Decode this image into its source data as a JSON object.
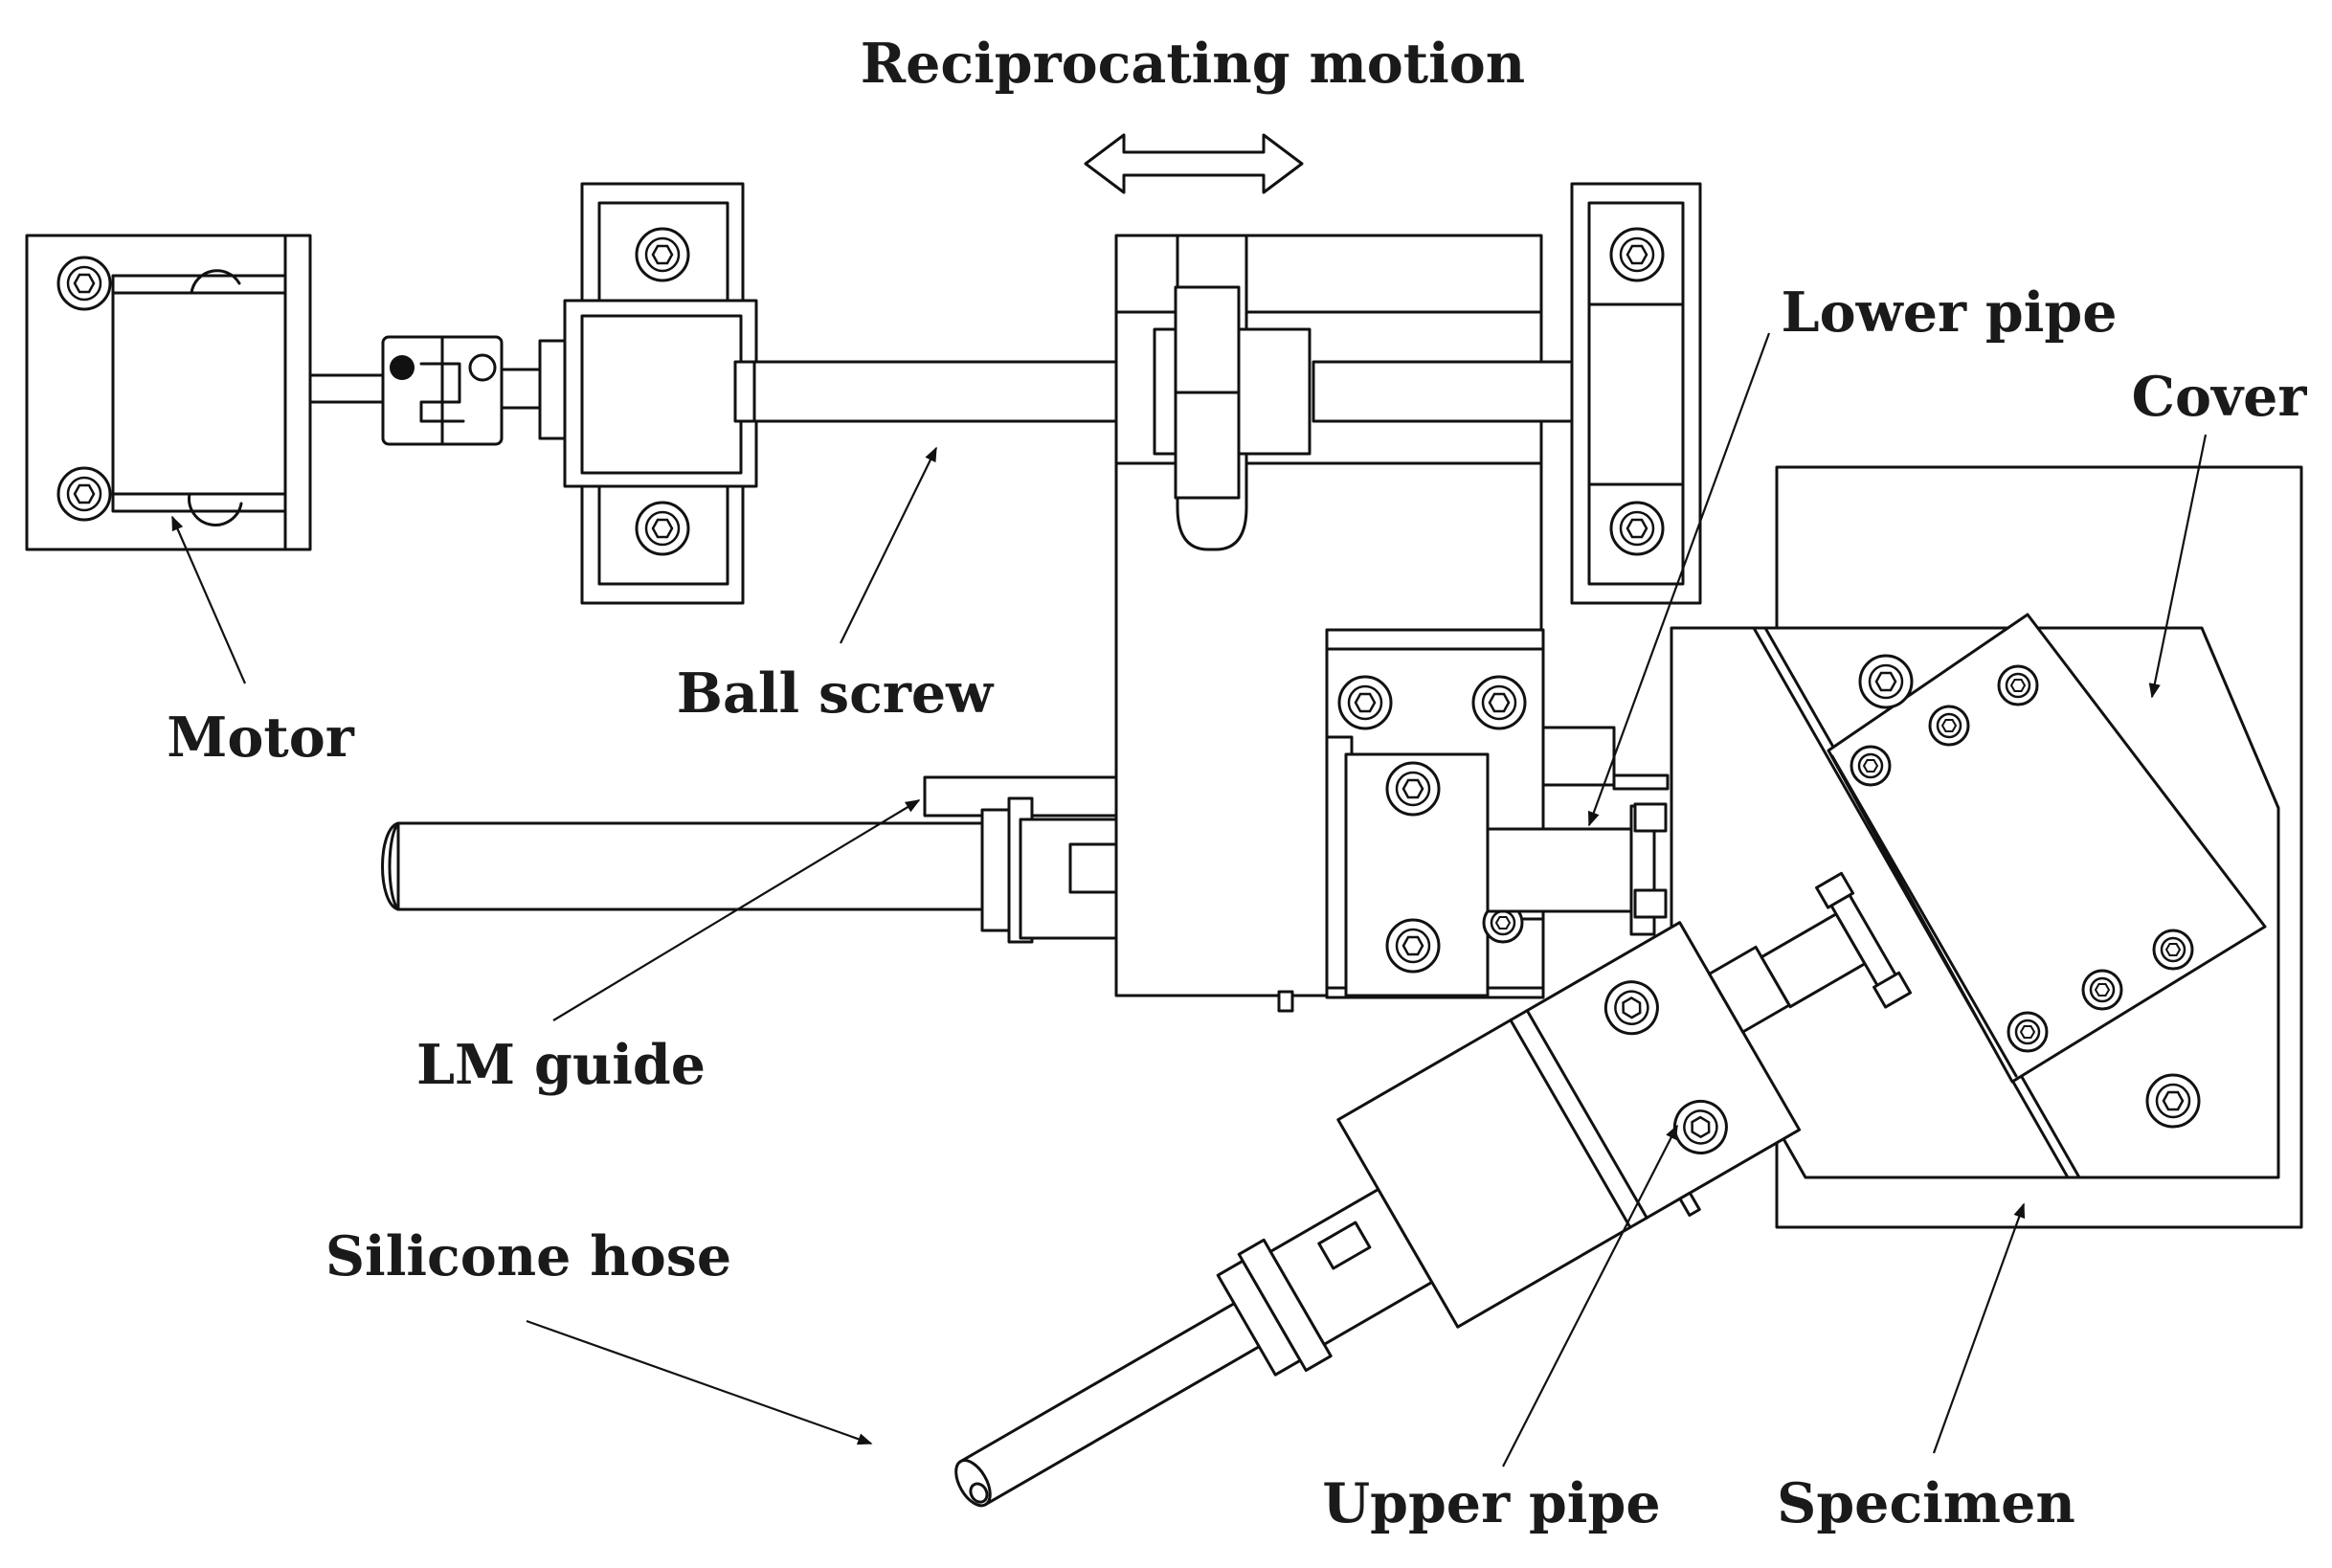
{
  "labels": {
    "reciprocating_motion": "Reciprocating motion",
    "motor": "Motor",
    "ball_screw": "Ball screw",
    "lm_guide": "LM guide",
    "silicone_hose": "Silicone hose",
    "lower_pipe": "Lower pipe",
    "cover": "Cover",
    "upper_pipe": "Upper pipe",
    "specimen": "Specimen"
  },
  "colors": {
    "line": "#111111",
    "text": "#1a1a1a",
    "background": "#ffffff"
  }
}
